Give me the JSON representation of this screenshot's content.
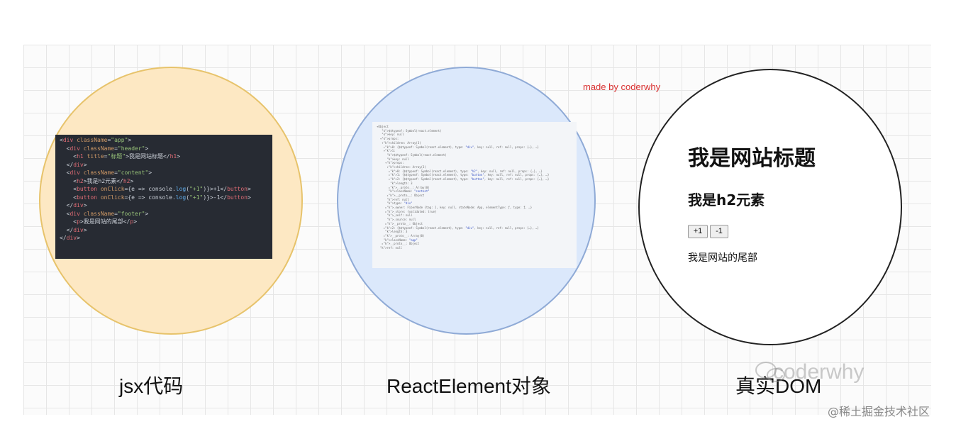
{
  "captions": {
    "jsx": "jsx代码",
    "react_element": "ReactElement对象",
    "real_dom": "真实DOM"
  },
  "annotation": "made by coderwhy",
  "colors": {
    "circle1_fill": "#fde8c3",
    "circle2_fill": "#dbe8fb",
    "circle3_fill": "#ffffff",
    "annotation": "#d93030"
  },
  "jsx_code": [
    "<div className=\"app\">",
    "  <div className=\"header\">",
    "    <h1 title=\"标题\">我是网站标题</h1>",
    "  </div>",
    "  <div className=\"content\">",
    "    <h2>我是h2元素</h2>",
    "    <button onClick={e => console.log(\"+1\")}>+1</button>",
    "    <button onClick={e => console.log(\"+1\")}>-1</button>",
    "  </div>",
    "  <div className=\"footer\">",
    "    <p>我是网站的尾部</p>",
    "  </div>",
    "</div>"
  ],
  "react_element_dump": [
    "▾Object",
    "   $$typeof: Symbol(react.element)",
    "   key: null",
    "  ▾props:",
    "   ▾children: Array(3)",
    "    ▸0: {$$typeof: Symbol(react.element), type: \"div\", key: null, ref: null, props: {…}, …}",
    "    ▾1:",
    "      $$typeof: Symbol(react.element)",
    "      key: null",
    "     ▾props:",
    "      ▾children: Array(3)",
    "       ▸0: {$$typeof: Symbol(react.element), type: \"h2\", key: null, ref: null, props: {…}, …}",
    "       ▸1: {$$typeof: Symbol(react.element), type: \"button\", key: null, ref: null, props: {…}, …}",
    "       ▸2: {$$typeof: Symbol(react.element), type: \"button\", key: null, ref: null, props: {…}, …}",
    "        length: 3",
    "       ▸__proto__: Array(0)",
    "       className: \"content\"",
    "      ▸__proto__: Object",
    "      ref: null",
    "      type: \"div\"",
    "     ▸_owner: FiberNode {tag: 1, key: null, stateNode: App, elementType: ƒ, type: ƒ, …}",
    "     ▸_store: {validated: true}",
    "      _self: null",
    "      _source: null",
    "     ▸__proto__: Object",
    "    ▸2: {$$typeof: Symbol(react.element), type: \"div\", key: null, ref: null, props: {…}, …}",
    "     length: 3",
    "    ▸__proto__: Array(0)",
    "    className: \"app\"",
    "   ▸__proto__: Object",
    "  ref: null"
  ],
  "real_dom": {
    "h1": "我是网站标题",
    "h2": "我是h2元素",
    "btn_plus": "+1",
    "btn_minus": "-1",
    "p": "我是网站的尾部"
  },
  "watermarks": {
    "logo_text": "coderwhy",
    "site": "@稀土掘金技术社区"
  }
}
